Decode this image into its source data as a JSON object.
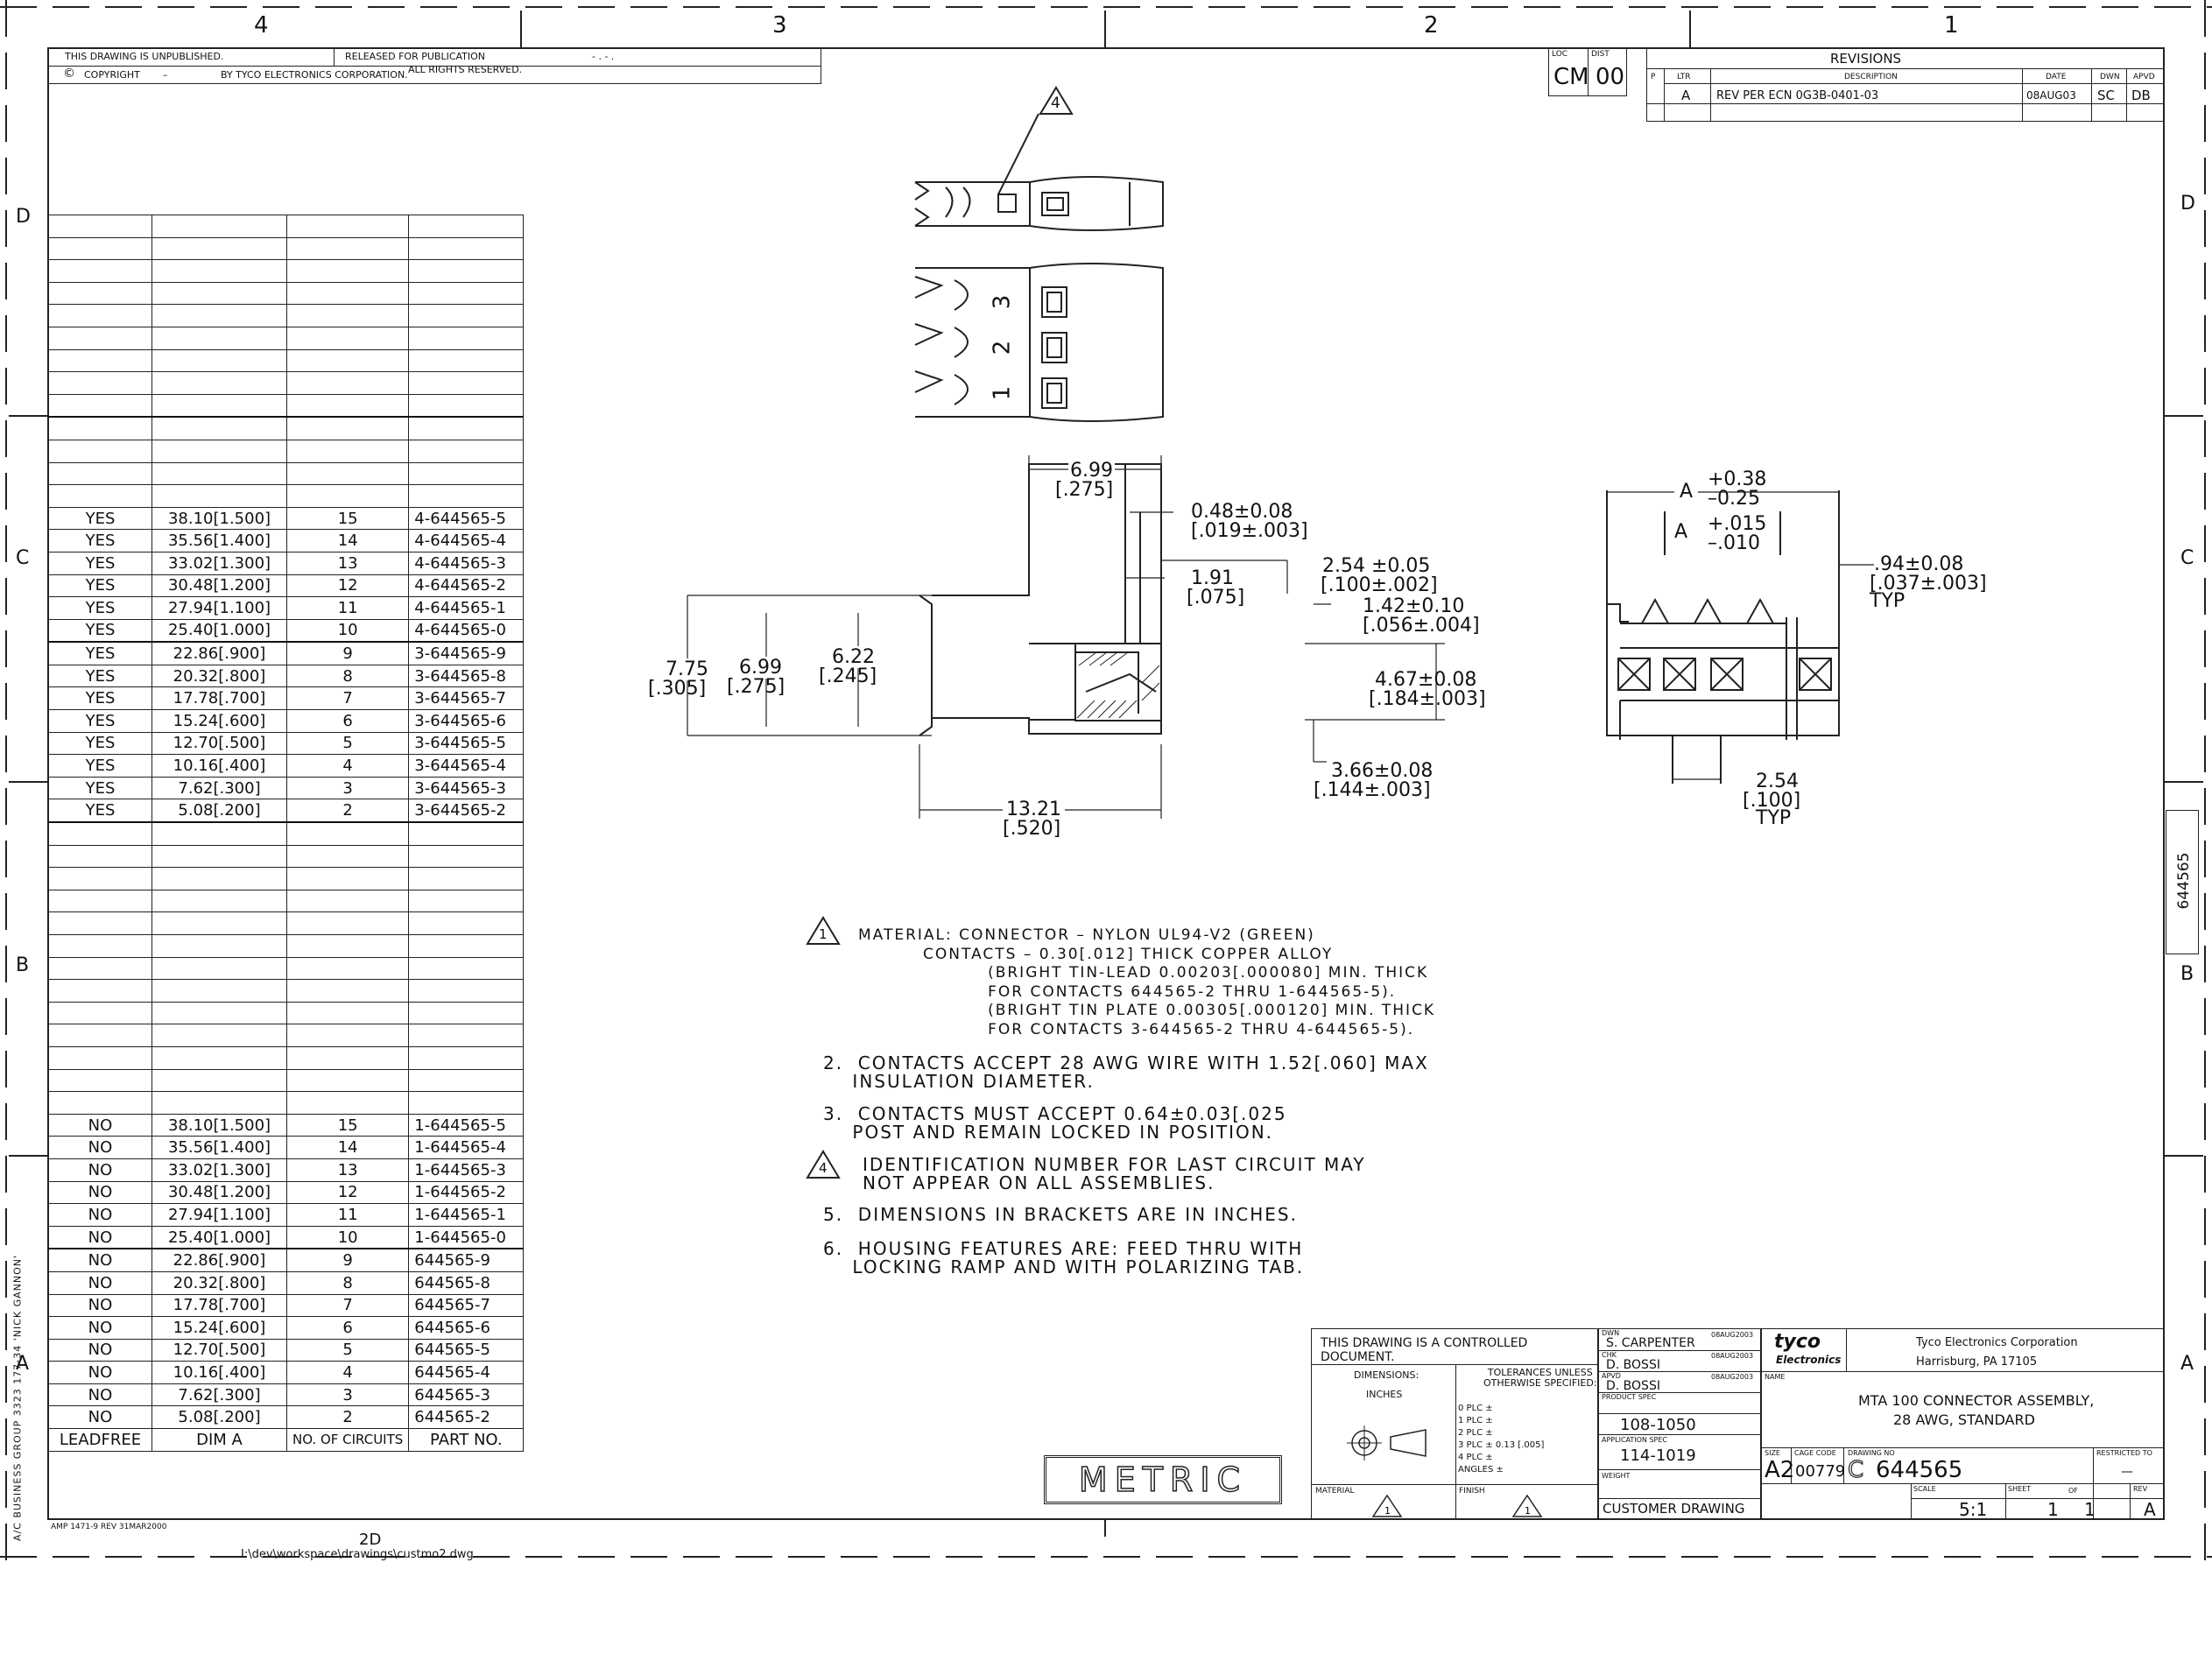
{
  "zones": {
    "top": [
      "4",
      "3",
      "2",
      "1"
    ],
    "side_left": [
      "D",
      "C",
      "B",
      "A"
    ],
    "side_right": [
      "D",
      "C",
      "B",
      "A"
    ]
  },
  "header": {
    "unpublished": "THIS DRAWING IS UNPUBLISHED.",
    "released": "RELEASED FOR PUBLICATION",
    "released_mark": "- . -   .",
    "copyright_label": "COPYRIGHT",
    "copyright_dash": "–",
    "copyright_by": "BY TYCO ELECTRONICS CORPORATION.",
    "rights": "ALL RIGHTS RESERVED."
  },
  "revisions": {
    "loc_label": "LOC",
    "loc": "CM",
    "dist_label": "DIST",
    "dist": "00",
    "title": "REVISIONS",
    "p_label": "P",
    "ltr_label": "LTR",
    "desc_label": "DESCRIPTION",
    "date_label": "DATE",
    "dwn_label": "DWN",
    "apvd_label": "APVD",
    "rows": [
      {
        "ltr": "A",
        "desc": "REV PER ECN 0G3B-0401-03",
        "date": "08AUG03",
        "dwn": "SC",
        "apvd": "DB"
      }
    ]
  },
  "table": {
    "headers": [
      "LEADFREE",
      "DIM A",
      "NO. OF CIRCUITS",
      "PART NO."
    ],
    "yes_rows": [
      [
        "YES",
        "38.10[1.500]",
        "15",
        "4-644565-5"
      ],
      [
        "YES",
        "35.56[1.400]",
        "14",
        "4-644565-4"
      ],
      [
        "YES",
        "33.02[1.300]",
        "13",
        "4-644565-3"
      ],
      [
        "YES",
        "30.48[1.200]",
        "12",
        "4-644565-2"
      ],
      [
        "YES",
        "27.94[1.100]",
        "11",
        "4-644565-1"
      ],
      [
        "YES",
        "25.40[1.000]",
        "10",
        "4-644565-0"
      ],
      [
        "YES",
        "22.86[.900]",
        "9",
        "3-644565-9"
      ],
      [
        "YES",
        "20.32[.800]",
        "8",
        "3-644565-8"
      ],
      [
        "YES",
        "17.78[.700]",
        "7",
        "3-644565-7"
      ],
      [
        "YES",
        "15.24[.600]",
        "6",
        "3-644565-6"
      ],
      [
        "YES",
        "12.70[.500]",
        "5",
        "3-644565-5"
      ],
      [
        "YES",
        "10.16[.400]",
        "4",
        "3-644565-4"
      ],
      [
        "YES",
        "7.62[.300]",
        "3",
        "3-644565-3"
      ],
      [
        "YES",
        "5.08[.200]",
        "2",
        "3-644565-2"
      ]
    ],
    "no_rows": [
      [
        "NO",
        "38.10[1.500]",
        "15",
        "1-644565-5"
      ],
      [
        "NO",
        "35.56[1.400]",
        "14",
        "1-644565-4"
      ],
      [
        "NO",
        "33.02[1.300]",
        "13",
        "1-644565-3"
      ],
      [
        "NO",
        "30.48[1.200]",
        "12",
        "1-644565-2"
      ],
      [
        "NO",
        "27.94[1.100]",
        "11",
        "1-644565-1"
      ],
      [
        "NO",
        "25.40[1.000]",
        "10",
        "1-644565-0"
      ],
      [
        "NO",
        "22.86[.900]",
        "9",
        "644565-9"
      ],
      [
        "NO",
        "20.32[.800]",
        "8",
        "644565-8"
      ],
      [
        "NO",
        "17.78[.700]",
        "7",
        "644565-7"
      ],
      [
        "NO",
        "15.24[.600]",
        "6",
        "644565-6"
      ],
      [
        "NO",
        "12.70[.500]",
        "5",
        "644565-5"
      ],
      [
        "NO",
        "10.16[.400]",
        "4",
        "644565-4"
      ],
      [
        "NO",
        "7.62[.300]",
        "3",
        "644565-3"
      ],
      [
        "NO",
        "5.08[.200]",
        "2",
        "644565-2"
      ]
    ]
  },
  "drawing": {
    "flag4": "4",
    "circuit_numbers": [
      "3",
      "2",
      "1"
    ],
    "dim_699": "6.99",
    "dim_699_in": "[.275]",
    "dim_048": "0.48±0.08",
    "dim_048_in": "[.019±.003]",
    "dim_191": "1.91",
    "dim_191_in": "[.075]",
    "dim_254a": "2.54 ±0.05",
    "dim_254a_in": "[.100±.002]",
    "dim_142": "1.42±0.10",
    "dim_142_in": "[.056±.004]",
    "dim_775": "7.75",
    "dim_775_in": "[.305]",
    "dim_699b": "6.99",
    "dim_699b_in": "[.275]",
    "dim_622": "6.22",
    "dim_622_in": "[.245]",
    "dim_467": "4.67±0.08",
    "dim_467_in": "[.184±.003]",
    "dim_366": "3.66±0.08",
    "dim_366_in": "[.144±.003]",
    "dim_1321": "13.21",
    "dim_1321_in": "[.520]",
    "dim_A": "A",
    "dim_A_tol_hi": "+0.38",
    "dim_A_tol_lo": "–0.25",
    "dim_A_in_tol_hi": "+.015",
    "dim_A_in_tol_lo": "–.010",
    "dim_094": ".94±0.08",
    "dim_094_in": "[.037±.003]",
    "dim_094_typ": "TYP",
    "dim_254b": "2.54",
    "dim_254b_in": "[.100]",
    "dim_254b_typ": "TYP"
  },
  "notes": {
    "n1_num": "1",
    "n1": "MATERIAL: CONNECTOR – NYLON UL94-V2 (GREEN)\n          CONTACTS – 0.30[.012] THICK COPPER ALLOY\n                    (BRIGHT TIN-LEAD 0.00203[.000080] MIN. THICK\n                    FOR CONTACTS 644565-2 THRU 1-644565-5).\n                    (BRIGHT TIN PLATE 0.00305[.000120] MIN. THICK\n                    FOR CONTACTS 3-644565-2 THRU 4-644565-5).",
    "n2": "2.  CONTACTS ACCEPT 28 AWG WIRE WITH 1.52[.060] MAX\n    INSULATION DIAMETER.",
    "n3": "3.  CONTACTS MUST ACCEPT 0.64±0.03[.025\n    POST AND REMAIN LOCKED IN POSITION.",
    "n4_num": "4",
    "n4": "IDENTIFICATION NUMBER FOR LAST CIRCUIT MAY\nNOT APPEAR ON ALL ASSEMBLIES.",
    "n5": "5.  DIMENSIONS IN BRACKETS ARE IN INCHES.",
    "n6": "6.  HOUSING FEATURES ARE: FEED THRU WITH\n    LOCKING RAMP AND WITH POLARIZING TAB."
  },
  "title_block": {
    "controlled": "THIS DRAWING IS A CONTROLLED DOCUMENT.",
    "dimensions_label": "DIMENSIONS:",
    "dimensions_units": "INCHES",
    "tolerances": "TOLERANCES UNLESS\nOTHERWISE SPECIFIED:",
    "plc": [
      "0 PLC   ±",
      "1 PLC   ±",
      "2 PLC   ±",
      "3 PLC   ±   0.13 [.005]",
      "4 PLC   ±",
      "ANGLES      ±"
    ],
    "material_label": "MATERIAL",
    "finish_label": "FINISH",
    "dwn_label": "DWN",
    "dwn": "S. CARPENTER",
    "dwn_date": "08AUG2003",
    "chk_label": "CHK",
    "chk": "D. BOSSI",
    "chk_date": "08AUG2003",
    "apvd_label": "APVD",
    "apvd": "D. BOSSI",
    "apvd_date": "08AUG2003",
    "product_spec_label": "PRODUCT SPEC",
    "product_spec": "108-1050",
    "application_spec_label": "APPLICATION SPEC",
    "application_spec": "114-1019",
    "weight_label": "WEIGHT",
    "company_logo": "tyco",
    "company_logo_sub": "Electronics",
    "company": "Tyco Electronics Corporation",
    "address": "Harrisburg, PA 17105",
    "name_label": "NAME",
    "name_line1": "MTA 100 CONNECTOR ASSEMBLY,",
    "name_line2": "28 AWG, STANDARD",
    "size_label": "SIZE",
    "size": "A2",
    "cage_label": "CAGE CODE",
    "cage": "00779",
    "dwg_label": "DRAWING NO",
    "dwg_prefix": "C",
    "dwg": "644565",
    "restricted_label": "RESTRICTED TO",
    "restricted": "—",
    "customer": "CUSTOMER DRAWING",
    "scale_label": "SCALE",
    "scale": "5:1",
    "sheet_label": "SHEET",
    "sheet": "1",
    "of_label": "OF",
    "of": "1",
    "rev_label": "REV",
    "rev": "A",
    "metric": "METRIC"
  },
  "margin": {
    "side_number": "644565",
    "left_vertical": "A/C BUSINESS GROUP  3323  177-34  'NICK GANNON'",
    "form": "AMP 1471-9 REV 31MAR2000",
    "view": "2D",
    "path": "I:\\dev\\workspace\\drawings\\custmo2.dwg"
  }
}
